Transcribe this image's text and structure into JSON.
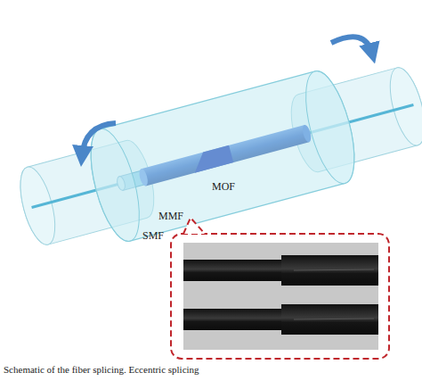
{
  "diagram": {
    "caption": "Schematic of the fiber splicing. Eccentric splicing",
    "labels": [
      "MOF",
      "MMF",
      "SMF"
    ]
  }
}
